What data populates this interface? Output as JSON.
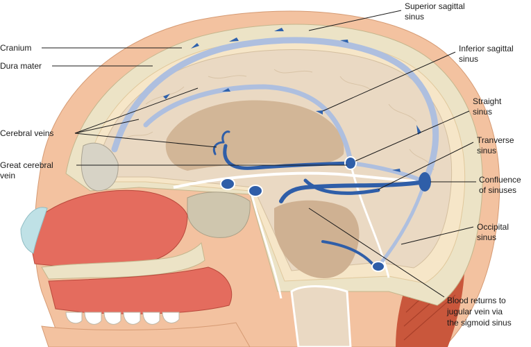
{
  "labels": {
    "cranium": "Cranium",
    "dura_mater": "Dura mater",
    "cerebral_veins": "Cerebral veins",
    "great_cerebral_vein": [
      "Great cerebral",
      "vein"
    ],
    "superior_sagittal_sinus": [
      "Superior sagittal",
      "sinus"
    ],
    "inferior_sagittal_sinus": [
      "Inferior sagittal",
      "sinus"
    ],
    "straight_sinus": [
      "Straight",
      "sinus"
    ],
    "transverse_sinus": [
      "Tranverse",
      "sinus"
    ],
    "confluence_of_sinuses": [
      "Confluence",
      "of sinuses"
    ],
    "occipital_sinus": [
      "Occipital",
      "sinus"
    ],
    "blood_returns": [
      "Blood returns to",
      "jugular vein via",
      "the sigmoid sinus"
    ]
  },
  "colors": {
    "skin": "#f3c2a0",
    "bone": "#ece3c6",
    "dura": "#f6e6c8",
    "brain": "#ead9c3",
    "deep_brain": "#cfb192",
    "sinus_channel": "#aebfdf",
    "vein": "#2f5ea8",
    "mouth": "#e46c5e",
    "muscle": "#c9573c"
  }
}
